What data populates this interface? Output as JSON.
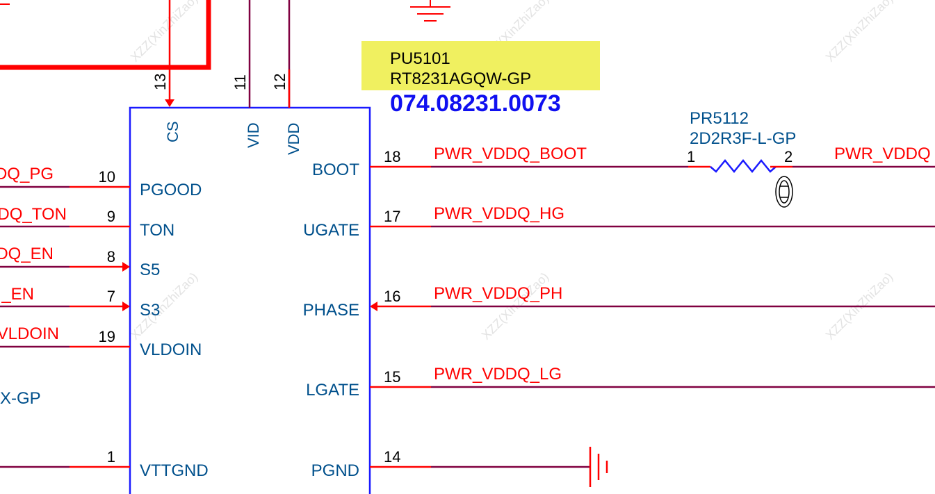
{
  "component": {
    "refdes": "PU5101",
    "part_number": "RT8231AGQW-GP",
    "ordering_code": "074.08231.0073"
  },
  "resistor": {
    "refdes": "PR5112",
    "value": "2D2R3F-L-GP",
    "pin1": "1",
    "pin2": "2"
  },
  "top_pins": [
    {
      "num": "13",
      "name": "CS"
    },
    {
      "num": "11",
      "name": "VID"
    },
    {
      "num": "12",
      "name": "VDD"
    }
  ],
  "left_pins": [
    {
      "num": "10",
      "name": "PGOOD",
      "net": "DQ_PG"
    },
    {
      "num": "9",
      "name": "TON",
      "net": "DQ_TON"
    },
    {
      "num": "8",
      "name": "S5",
      "net": "DQ_EN"
    },
    {
      "num": "7",
      "name": "S3",
      "net": "_EN"
    },
    {
      "num": "19",
      "name": "VLDOIN",
      "net": "VLDOIN"
    },
    {
      "num": "1",
      "name": "VTTGND",
      "net": ""
    }
  ],
  "right_pins": [
    {
      "num": "18",
      "name": "BOOT",
      "net": "PWR_VDDQ_BOOT"
    },
    {
      "num": "17",
      "name": "UGATE",
      "net": "PWR_VDDQ_HG"
    },
    {
      "num": "16",
      "name": "PHASE",
      "net": "PWR_VDDQ_PH"
    },
    {
      "num": "15",
      "name": "LGATE",
      "net": "PWR_VDDQ_LG"
    },
    {
      "num": "14",
      "name": "PGND",
      "net": ""
    }
  ],
  "right_edge_net": "PWR_VDDQ",
  "left_edge_label": "X-GP",
  "watermark": "XZZ(XinZhiZao)",
  "colors": {
    "component_outline": "#1a1aff",
    "pin_name": "#00508c",
    "net_label": "#ff0000",
    "wire": "#800040",
    "highlight": "#f0f060",
    "part_code": "#1010f0"
  }
}
